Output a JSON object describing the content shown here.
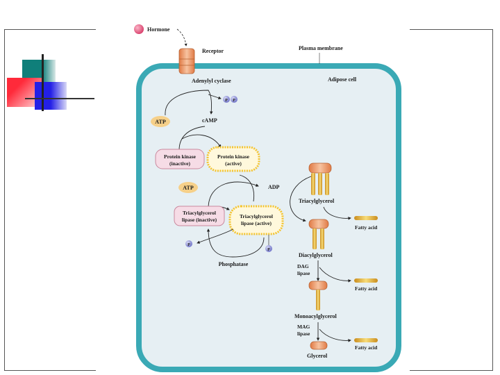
{
  "colors": {
    "membrane": "#3aa9b5",
    "cytoplasm": "#e6eff3",
    "inactive_box": "#f6dce6",
    "active_glow": "#f4c430",
    "fatty_acid": "#e2b23c",
    "receptor": "#f1a06f",
    "hormone": "#e8597e",
    "phosphate": "#8d90d8",
    "atp": "#f6d089",
    "deco_teal": "#0f7f7a",
    "deco_red": "#ff3a4a",
    "deco_blue": "#2420e6"
  },
  "labels": {
    "hormone": "Hormone",
    "receptor": "Receptor",
    "plasma_membrane": "Plasma membrane",
    "adipose_cell": "Adipose cell",
    "adenylyl_cyclase": "Adenylyl cyclase",
    "ppi_a": "P",
    "ppi_b": "P",
    "atp_1": "ATP",
    "camp": "cAMP",
    "pk_inactive_1": "Protein kinase",
    "pk_inactive_2": "(inactive)",
    "pk_active_1": "Protein kinase",
    "pk_active_2": "(active)",
    "atp_2": "ATP",
    "adp": "ADP",
    "tgl_inactive_1": "Triacylglycerol",
    "tgl_inactive_2": "lipase (inactive)",
    "tgl_active_1": "Triacylglycerol",
    "tgl_active_2": "lipase (active)",
    "p_left": "P",
    "p_right": "P",
    "phosphatase": "Phosphatase",
    "triacylglycerol": "Triacylglycerol",
    "diacylglycerol": "Diacylglycerol",
    "dag_lipase_1": "DAG",
    "dag_lipase_2": "lipase",
    "monoacylglycerol": "Monoacylglycerol",
    "mag_lipase_1": "MAG",
    "mag_lipase_2": "lipase",
    "glycerol": "Glycerol",
    "fatty_acid_1": "Fatty acid",
    "fatty_acid_2": "Fatty acid",
    "fatty_acid_3": "Fatty acid"
  }
}
